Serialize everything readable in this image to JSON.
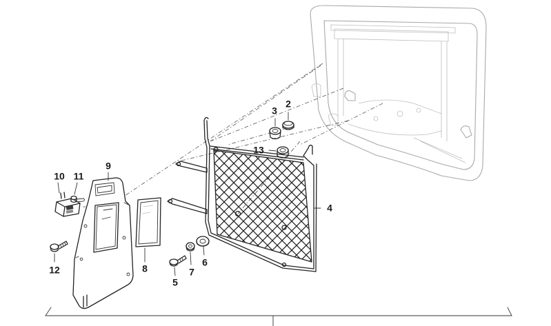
{
  "callouts": {
    "c2": "2",
    "c3": "3",
    "c4": "4",
    "c5": "5",
    "c6": "6",
    "c7": "7",
    "c8": "8",
    "c9": "9",
    "c10": "10",
    "c11": "11",
    "c12": "12",
    "c13": "13"
  },
  "colors": {
    "line": "#222222",
    "faint_line": "#a8a8a8",
    "background": "#ffffff"
  }
}
